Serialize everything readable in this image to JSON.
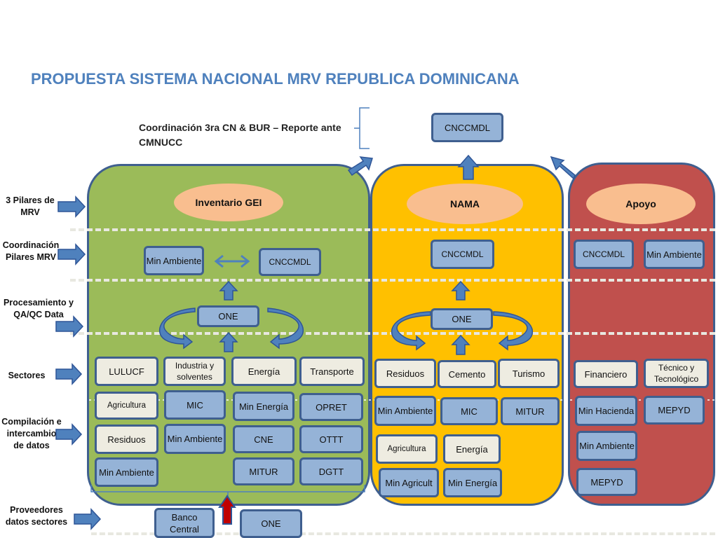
{
  "title": "PROPUESTA SISTEMA NACIONAL MRV REPUBLICA DOMINICANA",
  "coordination": {
    "text": "Coordinación 3ra CN & BUR – Reporte ante CMNUCC",
    "top_box": "CNCCMDL"
  },
  "row_labels": {
    "pillars": "3 Pilares de MRV",
    "coord": "Coordinación Pilares MRV",
    "processing": "Procesamiento y QA/QC  Data",
    "sectors": "Sectores",
    "compilation": "Compilación e intercambio de datos",
    "providers": "Proveedores datos sectores"
  },
  "gei": {
    "title": "Inventario GEI",
    "min_ambiente": "Min Ambiente",
    "cnccmdl": "CNCCMDL",
    "one": "ONE",
    "sectors": [
      "LULUCF",
      "Industria y solventes",
      "Energía",
      "Transporte"
    ],
    "compilation": [
      "Agricultura",
      "MIC",
      "Min Energía",
      "OPRET",
      "Residuos",
      "Min Ambiente",
      "CNE",
      "OTTT",
      "Min Ambiente",
      "MITUR",
      "DGTT"
    ],
    "providers": [
      "Banco Central",
      "ONE"
    ]
  },
  "nama": {
    "title": "NAMA",
    "cnccmdl": "CNCCMDL",
    "one": "ONE",
    "sectors": [
      "Residuos",
      "Cemento",
      "Turismo"
    ],
    "compilation": [
      "Min Ambiente",
      "MIC",
      "MITUR",
      "Agricultura",
      "Energía",
      "Min Agricult",
      "Min Energía"
    ]
  },
  "apoyo": {
    "title": "Apoyo",
    "cnccmdl": "CNCCMDL",
    "min_ambiente": "Min Ambiente",
    "sectors": [
      "Financiero",
      "Técnico y Tecnológico"
    ],
    "compilation": [
      "Min Hacienda",
      "MEPYD",
      "Min Ambiente",
      "MEPYD"
    ]
  },
  "colors": {
    "title": "#4f81bd",
    "gei_panel": "#9bbb59",
    "nama_panel": "#ffc000",
    "apoyo_panel": "#c0504d",
    "oval": "#f9be8f",
    "blue_box": "#95b3d7",
    "light_box": "#eeece1",
    "border": "#3f5f8f",
    "arrow": "#4f81bd",
    "highlight_arrow": "#c00000"
  }
}
